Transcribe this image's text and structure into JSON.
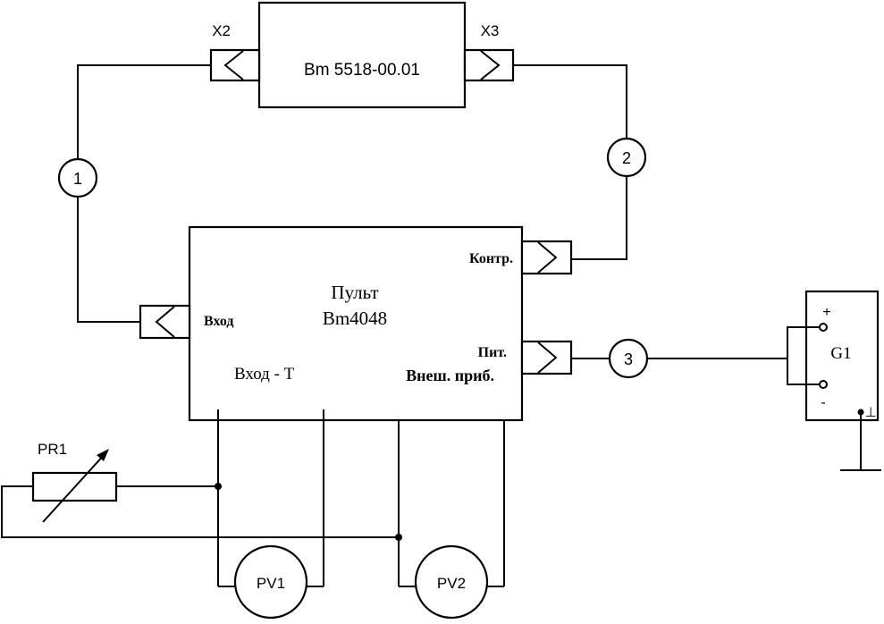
{
  "device_top": {
    "label": "Bm 5518-00.01",
    "left_connector": "X2",
    "right_connector": "X3"
  },
  "console": {
    "title": "Пульт",
    "model": "Bm4048",
    "port_input": "Вход",
    "port_input_t": "Вход - Т",
    "port_control": "Контр.",
    "port_power": "Пит.",
    "port_external": "Внеш. приб."
  },
  "cables": {
    "c1": "1",
    "c2": "2",
    "c3": "3"
  },
  "power_source": {
    "label": "G1",
    "plus": "+",
    "minus": "-",
    "ground": "⊥"
  },
  "resistor": {
    "label": "PR1"
  },
  "meters": {
    "pv1": "PV1",
    "pv2": "PV2"
  }
}
